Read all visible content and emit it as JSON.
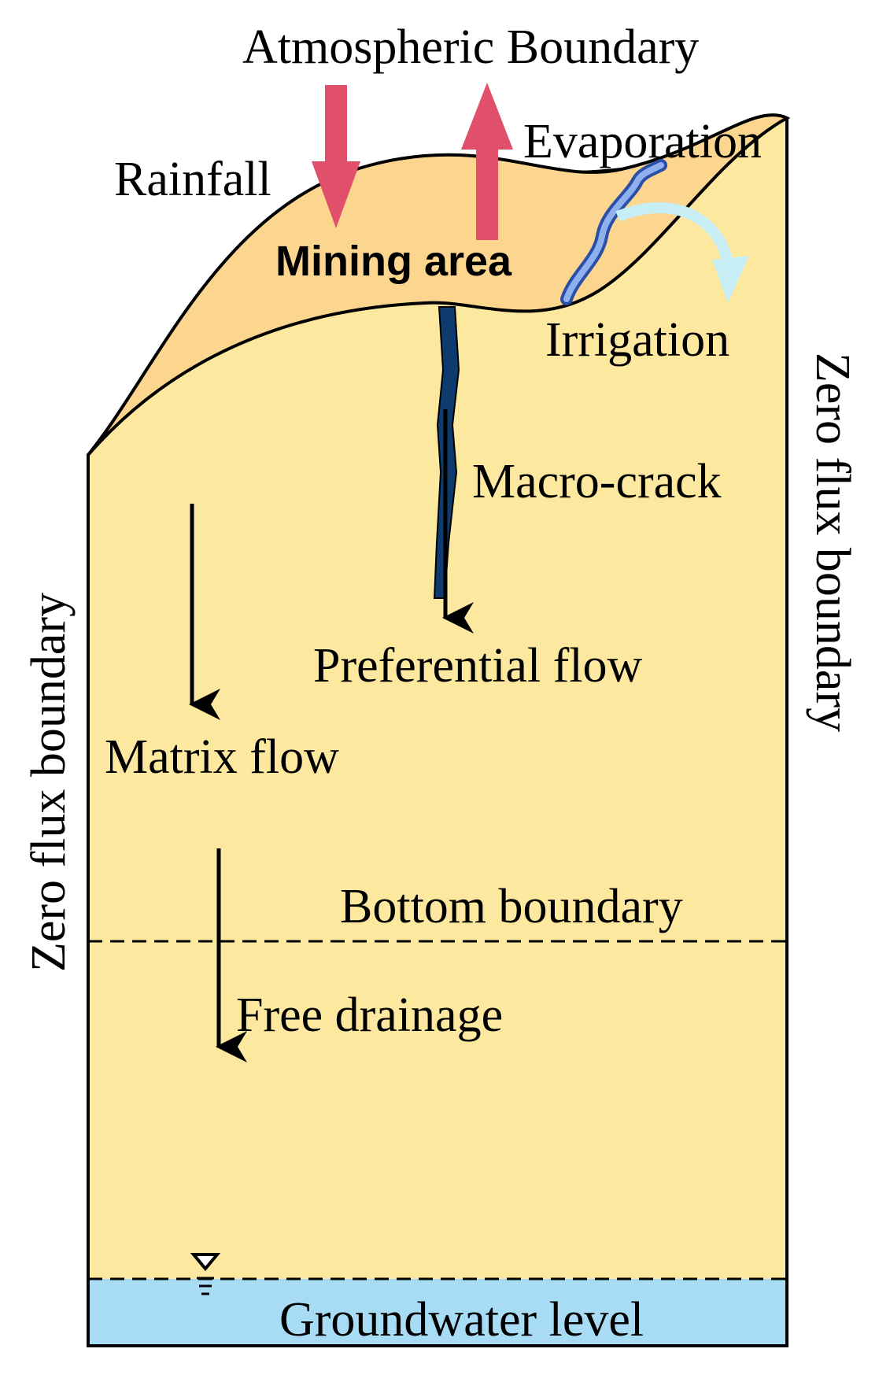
{
  "labels": {
    "atmospheric_boundary": "Atmospheric Boundary",
    "evaporation": "Evaporation",
    "rainfall": "Rainfall",
    "mining_area": "Mining area",
    "irrigation": "Irrigation",
    "macro_crack": "Macro-crack",
    "preferential_flow": "Preferential flow",
    "matrix_flow": "Matrix flow",
    "zero_flux_left": "Zero flux boundary",
    "zero_flux_right": "Zero flux boundary",
    "bottom_boundary": "Bottom boundary",
    "free_drainage": "Free drainage",
    "groundwater_level": "Groundwater level"
  },
  "colors": {
    "soil": "#fde8a0",
    "mining_layer": "#fcd58f",
    "arrow_red": "#e0506a",
    "crack": "#0d3b6e",
    "groundwater": "#a8dcf5",
    "pipe": "#5b7fd6",
    "irrigation_arrow": "#c8eef5"
  },
  "icons": {
    "water_table": "water-table-symbol"
  }
}
